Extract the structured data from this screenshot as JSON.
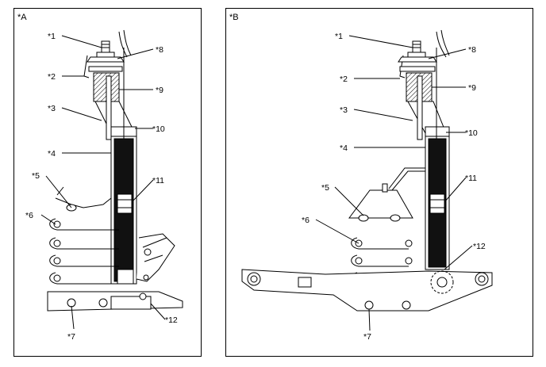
{
  "panels": [
    {
      "label": "*A"
    },
    {
      "label": "*B"
    }
  ],
  "callouts": [
    "*1",
    "*2",
    "*3",
    "*4",
    "*5",
    "*6",
    "*7",
    "*8",
    "*9",
    "*10",
    "*11",
    "*12"
  ],
  "colors": {
    "line": "#000000",
    "background": "#ffffff",
    "rod": "#111111"
  }
}
